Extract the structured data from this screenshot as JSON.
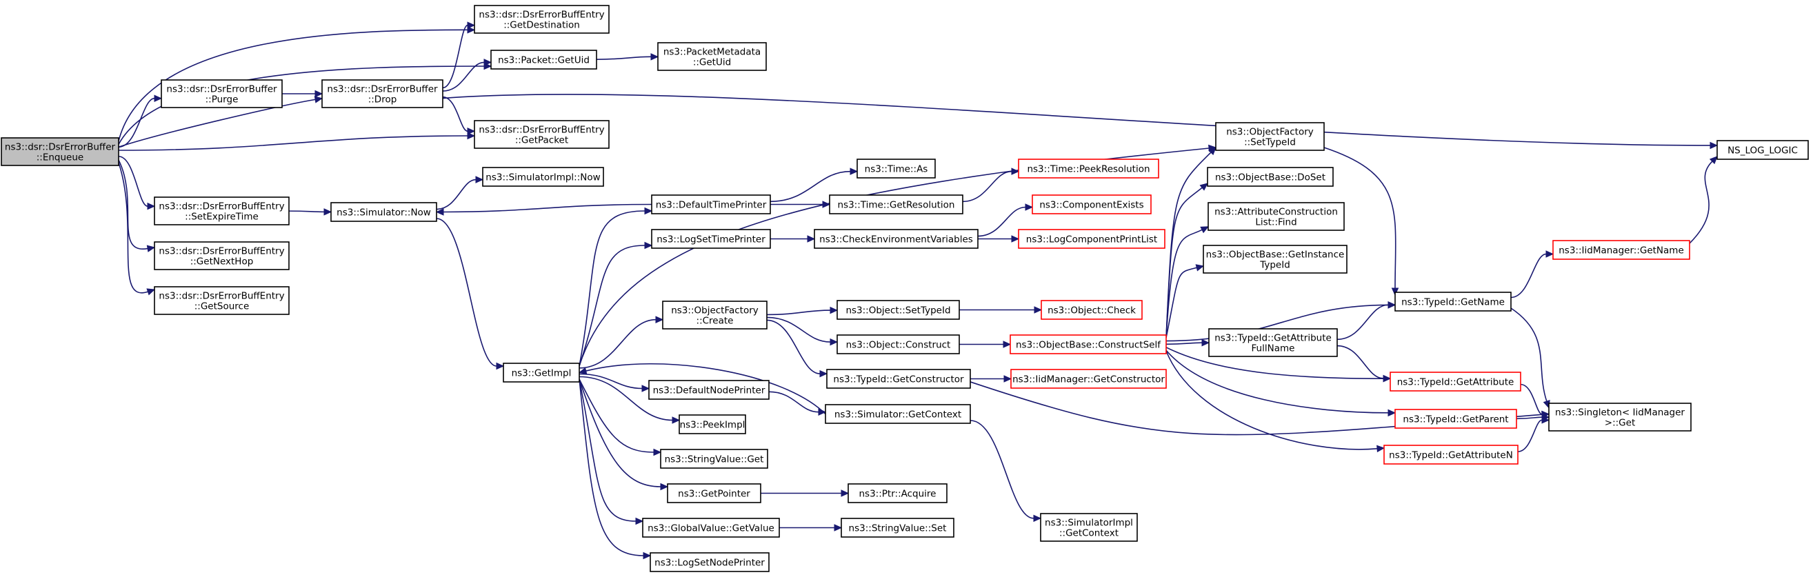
{
  "graph": {
    "nodes": [
      {
        "id": "enqueue",
        "lines": [
          "ns3::dsr::DsrErrorBuffer",
          "::Enqueue"
        ],
        "style": "root"
      },
      {
        "id": "get_destination",
        "lines": [
          "ns3::dsr::DsrErrorBuffEntry",
          "::GetDestination"
        ],
        "style": "normal"
      },
      {
        "id": "packet_getuid",
        "lines": [
          "ns3::Packet::GetUid"
        ],
        "style": "normal"
      },
      {
        "id": "packetmetadata_getuid",
        "lines": [
          "ns3::PacketMetadata",
          "::GetUid"
        ],
        "style": "normal"
      },
      {
        "id": "purge",
        "lines": [
          "ns3::dsr::DsrErrorBuffer",
          "::Purge"
        ],
        "style": "normal"
      },
      {
        "id": "drop",
        "lines": [
          "ns3::dsr::DsrErrorBuffer",
          "::Drop"
        ],
        "style": "normal"
      },
      {
        "id": "get_packet",
        "lines": [
          "ns3::dsr::DsrErrorBuffEntry",
          "::GetPacket"
        ],
        "style": "normal"
      },
      {
        "id": "ns_log_logic",
        "lines": [
          "NS_LOG_LOGIC"
        ],
        "style": "normal"
      },
      {
        "id": "set_expire_time",
        "lines": [
          "ns3::dsr::DsrErrorBuffEntry",
          "::SetExpireTime"
        ],
        "style": "normal"
      },
      {
        "id": "get_next_hop",
        "lines": [
          "ns3::dsr::DsrErrorBuffEntry",
          "::GetNextHop"
        ],
        "style": "normal"
      },
      {
        "id": "get_source",
        "lines": [
          "ns3::dsr::DsrErrorBuffEntry",
          "::GetSource"
        ],
        "style": "normal"
      },
      {
        "id": "simulator_now",
        "lines": [
          "ns3::Simulator::Now"
        ],
        "style": "normal"
      },
      {
        "id": "simulatorimpl_now",
        "lines": [
          "ns3::SimulatorImpl::Now"
        ],
        "style": "normal"
      },
      {
        "id": "default_time_printer",
        "lines": [
          "ns3::DefaultTimePrinter"
        ],
        "style": "normal"
      },
      {
        "id": "time_as",
        "lines": [
          "ns3::Time::As"
        ],
        "style": "normal"
      },
      {
        "id": "time_get_resolution",
        "lines": [
          "ns3::Time::GetResolution"
        ],
        "style": "normal"
      },
      {
        "id": "time_peek_resolution",
        "lines": [
          "ns3::Time::PeekResolution"
        ],
        "style": "trunc"
      },
      {
        "id": "log_set_time_printer",
        "lines": [
          "ns3::LogSetTimePrinter"
        ],
        "style": "normal"
      },
      {
        "id": "check_env_vars",
        "lines": [
          "ns3::CheckEnvironmentVariables"
        ],
        "style": "normal"
      },
      {
        "id": "component_exists",
        "lines": [
          "ns3::ComponentExists"
        ],
        "style": "trunc"
      },
      {
        "id": "log_component_print_list",
        "lines": [
          "ns3::LogComponentPrintList"
        ],
        "style": "trunc"
      },
      {
        "id": "get_impl",
        "lines": [
          "ns3::GetImpl"
        ],
        "style": "normal"
      },
      {
        "id": "object_factory_create",
        "lines": [
          "ns3::ObjectFactory",
          "::Create"
        ],
        "style": "normal"
      },
      {
        "id": "object_set_type_id",
        "lines": [
          "ns3::Object::SetTypeId"
        ],
        "style": "normal"
      },
      {
        "id": "object_check",
        "lines": [
          "ns3::Object::Check"
        ],
        "style": "trunc"
      },
      {
        "id": "object_construct",
        "lines": [
          "ns3::Object::Construct"
        ],
        "style": "normal"
      },
      {
        "id": "object_base_construct_self",
        "lines": [
          "ns3::ObjectBase::ConstructSelf"
        ],
        "style": "trunc"
      },
      {
        "id": "typeid_get_constructor",
        "lines": [
          "ns3::TypeId::GetConstructor"
        ],
        "style": "normal"
      },
      {
        "id": "iidmanager_get_constructor",
        "lines": [
          "ns3::IidManager::GetConstructor"
        ],
        "style": "trunc"
      },
      {
        "id": "default_node_printer",
        "lines": [
          "ns3::DefaultNodePrinter"
        ],
        "style": "normal"
      },
      {
        "id": "simulator_get_context",
        "lines": [
          "ns3::Simulator::GetContext"
        ],
        "style": "normal"
      },
      {
        "id": "peek_impl",
        "lines": [
          "ns3::PeekImpl"
        ],
        "style": "normal"
      },
      {
        "id": "string_value_get",
        "lines": [
          "ns3::StringValue::Get"
        ],
        "style": "normal"
      },
      {
        "id": "get_pointer",
        "lines": [
          "ns3::GetPointer"
        ],
        "style": "normal"
      },
      {
        "id": "ptr_acquire",
        "lines": [
          "ns3::Ptr::Acquire"
        ],
        "style": "normal"
      },
      {
        "id": "global_value_get_value",
        "lines": [
          "ns3::GlobalValue::GetValue"
        ],
        "style": "normal"
      },
      {
        "id": "string_value_set",
        "lines": [
          "ns3::StringValue::Set"
        ],
        "style": "normal"
      },
      {
        "id": "log_set_node_printer",
        "lines": [
          "ns3::LogSetNodePrinter"
        ],
        "style": "normal"
      },
      {
        "id": "simulatorimpl_get_context",
        "lines": [
          "ns3::SimulatorImpl",
          "::GetContext"
        ],
        "style": "normal"
      },
      {
        "id": "object_factory_set_type_id",
        "lines": [
          "ns3::ObjectFactory",
          "::SetTypeId"
        ],
        "style": "normal"
      },
      {
        "id": "object_base_do_set",
        "lines": [
          "ns3::ObjectBase::DoSet"
        ],
        "style": "normal"
      },
      {
        "id": "attr_construction_list_find",
        "lines": [
          "ns3::AttributeConstruction",
          "List::Find"
        ],
        "style": "normal"
      },
      {
        "id": "object_base_get_instance_type_id",
        "lines": [
          "ns3::ObjectBase::GetInstance",
          "TypeId"
        ],
        "style": "normal"
      },
      {
        "id": "typeid_get_attribute_full_name",
        "lines": [
          "ns3::TypeId::GetAttribute",
          "FullName"
        ],
        "style": "normal"
      },
      {
        "id": "typeid_get_name",
        "lines": [
          "ns3::TypeId::GetName"
        ],
        "style": "normal"
      },
      {
        "id": "iidmanager_get_name",
        "lines": [
          "ns3::IidManager::GetName"
        ],
        "style": "trunc"
      },
      {
        "id": "typeid_get_attribute",
        "lines": [
          "ns3::TypeId::GetAttribute"
        ],
        "style": "trunc"
      },
      {
        "id": "typeid_get_parent",
        "lines": [
          "ns3::TypeId::GetParent"
        ],
        "style": "trunc"
      },
      {
        "id": "typeid_get_attribute_n",
        "lines": [
          "ns3::TypeId::GetAttributeN"
        ],
        "style": "trunc"
      },
      {
        "id": "singleton_get",
        "lines": [
          "ns3::Singleton< IidManager",
          " >::Get"
        ],
        "style": "normal"
      }
    ],
    "edges": [
      [
        "enqueue",
        "get_destination"
      ],
      [
        "enqueue",
        "packet_getuid"
      ],
      [
        "enqueue",
        "purge"
      ],
      [
        "enqueue",
        "drop"
      ],
      [
        "enqueue",
        "get_packet"
      ],
      [
        "enqueue",
        "set_expire_time"
      ],
      [
        "enqueue",
        "get_next_hop"
      ],
      [
        "enqueue",
        "get_source"
      ],
      [
        "purge",
        "drop"
      ],
      [
        "drop",
        "get_destination"
      ],
      [
        "drop",
        "packet_getuid"
      ],
      [
        "drop",
        "get_packet"
      ],
      [
        "drop",
        "ns_log_logic"
      ],
      [
        "packet_getuid",
        "packetmetadata_getuid"
      ],
      [
        "set_expire_time",
        "simulator_now"
      ],
      [
        "simulator_now",
        "simulatorimpl_now"
      ],
      [
        "simulator_now",
        "get_impl"
      ],
      [
        "default_time_printer",
        "simulator_now"
      ],
      [
        "default_time_printer",
        "time_as"
      ],
      [
        "default_time_printer",
        "time_get_resolution"
      ],
      [
        "time_get_resolution",
        "time_peek_resolution"
      ],
      [
        "log_set_time_printer",
        "check_env_vars"
      ],
      [
        "check_env_vars",
        "component_exists"
      ],
      [
        "check_env_vars",
        "log_component_print_list"
      ],
      [
        "get_impl",
        "default_time_printer"
      ],
      [
        "get_impl",
        "log_set_time_printer"
      ],
      [
        "get_impl",
        "object_factory_set_type_id"
      ],
      [
        "get_impl",
        "object_factory_create"
      ],
      [
        "get_impl",
        "default_node_printer"
      ],
      [
        "get_impl",
        "peek_impl"
      ],
      [
        "get_impl",
        "string_value_get"
      ],
      [
        "get_impl",
        "get_pointer"
      ],
      [
        "get_impl",
        "global_value_get_value"
      ],
      [
        "get_impl",
        "log_set_node_printer"
      ],
      [
        "object_factory_create",
        "object_set_type_id"
      ],
      [
        "object_factory_create",
        "object_construct"
      ],
      [
        "object_factory_create",
        "typeid_get_constructor"
      ],
      [
        "object_set_type_id",
        "object_check"
      ],
      [
        "object_construct",
        "object_base_construct_self"
      ],
      [
        "typeid_get_constructor",
        "iidmanager_get_constructor"
      ],
      [
        "typeid_get_constructor",
        "singleton_get"
      ],
      [
        "default_node_printer",
        "simulator_get_context"
      ],
      [
        "simulator_get_context",
        "get_impl"
      ],
      [
        "simulator_get_context",
        "simulatorimpl_get_context"
      ],
      [
        "get_pointer",
        "ptr_acquire"
      ],
      [
        "global_value_get_value",
        "string_value_set"
      ],
      [
        "object_base_construct_self",
        "object_factory_set_type_id"
      ],
      [
        "object_base_construct_self",
        "object_base_do_set"
      ],
      [
        "object_base_construct_self",
        "attr_construction_list_find"
      ],
      [
        "object_base_construct_self",
        "object_base_get_instance_type_id"
      ],
      [
        "object_base_construct_self",
        "typeid_get_attribute_full_name"
      ],
      [
        "object_base_construct_self",
        "typeid_get_name"
      ],
      [
        "object_base_construct_self",
        "typeid_get_attribute"
      ],
      [
        "object_base_construct_self",
        "typeid_get_parent"
      ],
      [
        "object_base_construct_self",
        "typeid_get_attribute_n"
      ],
      [
        "object_factory_set_type_id",
        "typeid_get_name"
      ],
      [
        "typeid_get_attribute_full_name",
        "typeid_get_name"
      ],
      [
        "typeid_get_attribute_full_name",
        "typeid_get_attribute"
      ],
      [
        "typeid_get_name",
        "iidmanager_get_name"
      ],
      [
        "typeid_get_name",
        "singleton_get"
      ],
      [
        "iidmanager_get_name",
        "ns_log_logic"
      ],
      [
        "typeid_get_attribute",
        "singleton_get"
      ],
      [
        "typeid_get_parent",
        "singleton_get"
      ],
      [
        "typeid_get_attribute_n",
        "singleton_get"
      ]
    ]
  },
  "colors": {
    "edge": "#191970",
    "node_border": "#000000",
    "truncated_border": "#ff0000",
    "root_fill": "#bfbfbf",
    "node_fill": "#ffffff"
  }
}
